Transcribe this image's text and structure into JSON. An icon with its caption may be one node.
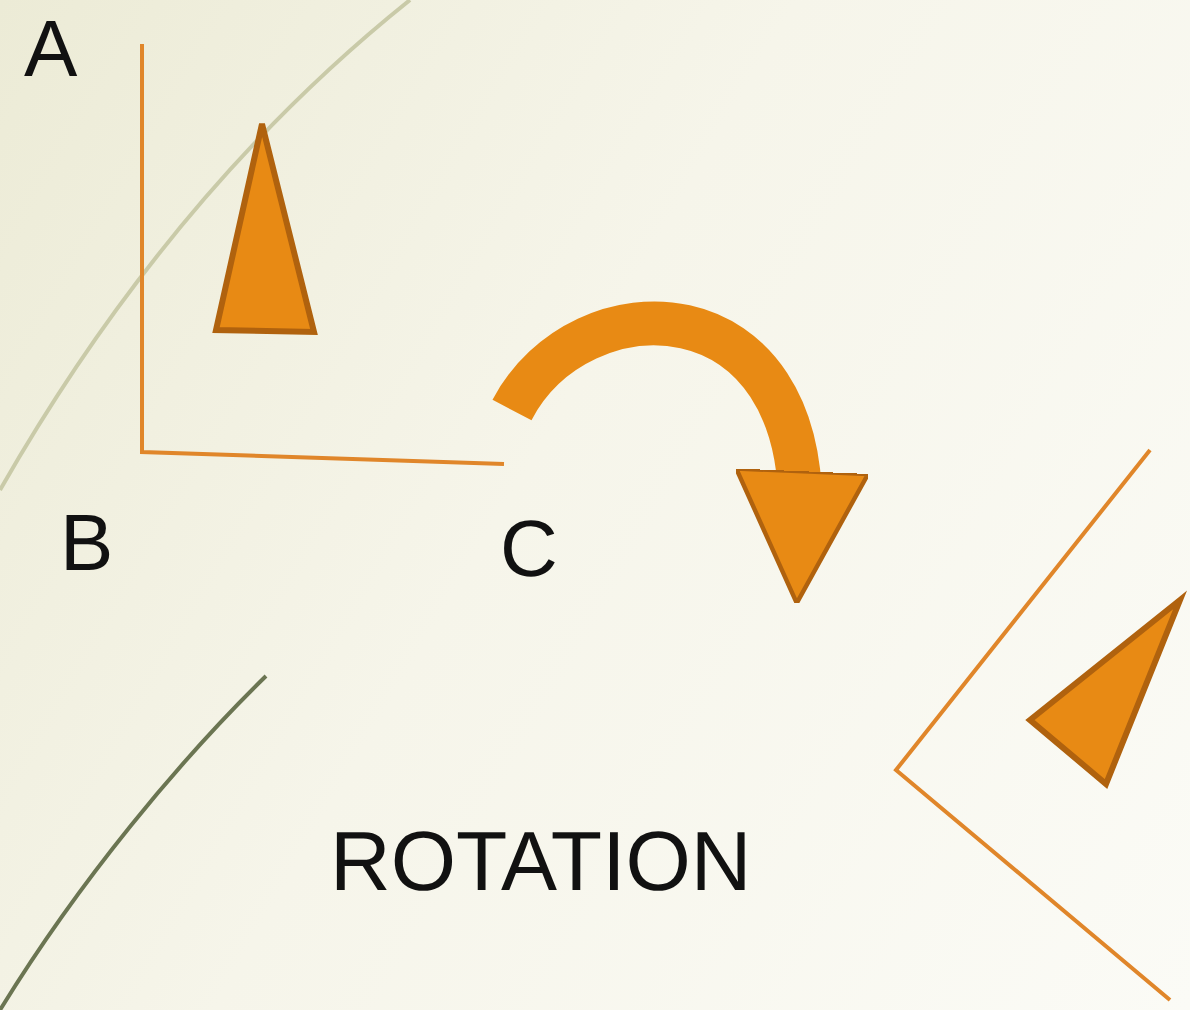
{
  "diagram": {
    "title": "ROTATION",
    "nodes": [
      {
        "text": [],
        "shape": "picture"
      },
      {
        "text": [],
        "shape": "picture"
      }
    ],
    "edges": [
      {
        "from": 0,
        "to": 1,
        "arrow": "to"
      }
    ],
    "labels": [
      "A",
      "B",
      "C"
    ]
  }
}
